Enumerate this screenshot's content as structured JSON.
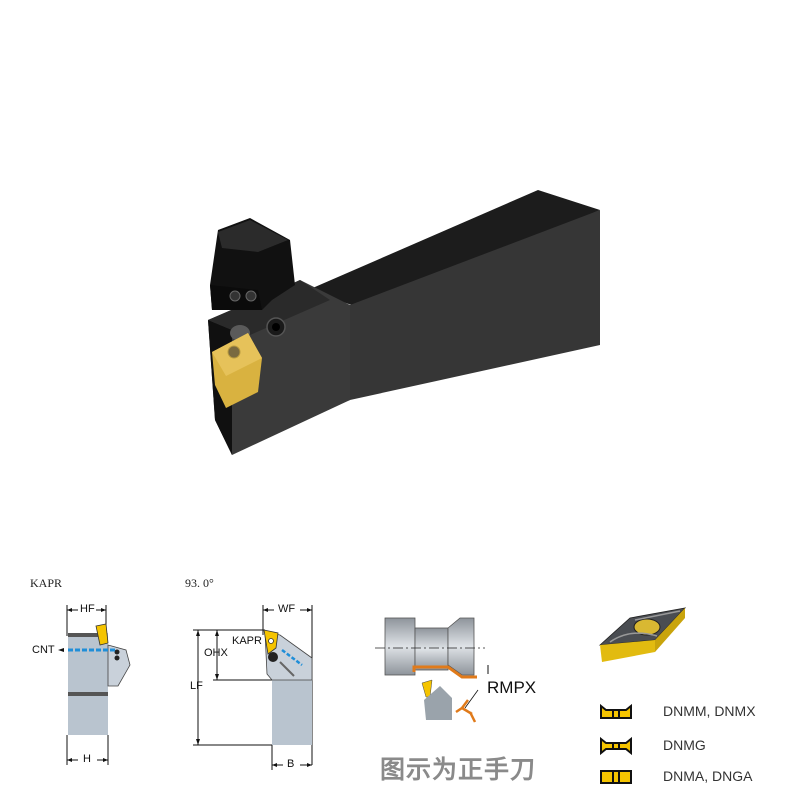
{
  "product_image": {
    "name": "tool-holder-render",
    "colors": {
      "body": "#2a2a2a",
      "body_dark": "#141414",
      "body_light": "#4a4a4a",
      "insert": "#d9b240"
    }
  },
  "front_view": {
    "title": "KAPR",
    "labels": {
      "hf": "HF",
      "cnt": "CNT",
      "h": "H"
    }
  },
  "top_view": {
    "title": "93. 0°",
    "labels": {
      "wf": "WF",
      "kapr": "KAPR",
      "ohx": "OHX",
      "lf": "LF",
      "b": "B"
    }
  },
  "operation_view": {
    "label": "RMPX",
    "colors": {
      "workpiece": "#b8bcc2",
      "path": "#e07a1a"
    }
  },
  "insert_legend": {
    "items": [
      {
        "icon": "insert-chipbreaker-mm-icon",
        "label": "DNMM, DNMX"
      },
      {
        "icon": "insert-chipbreaker-mg-icon",
        "label": "DNMG"
      },
      {
        "icon": "insert-flat-ma-icon",
        "label": "DNMA, DNGA"
      }
    ],
    "colors": {
      "insert": "#f5c400",
      "outline": "#111111"
    }
  },
  "caption": "图示为正手刀"
}
